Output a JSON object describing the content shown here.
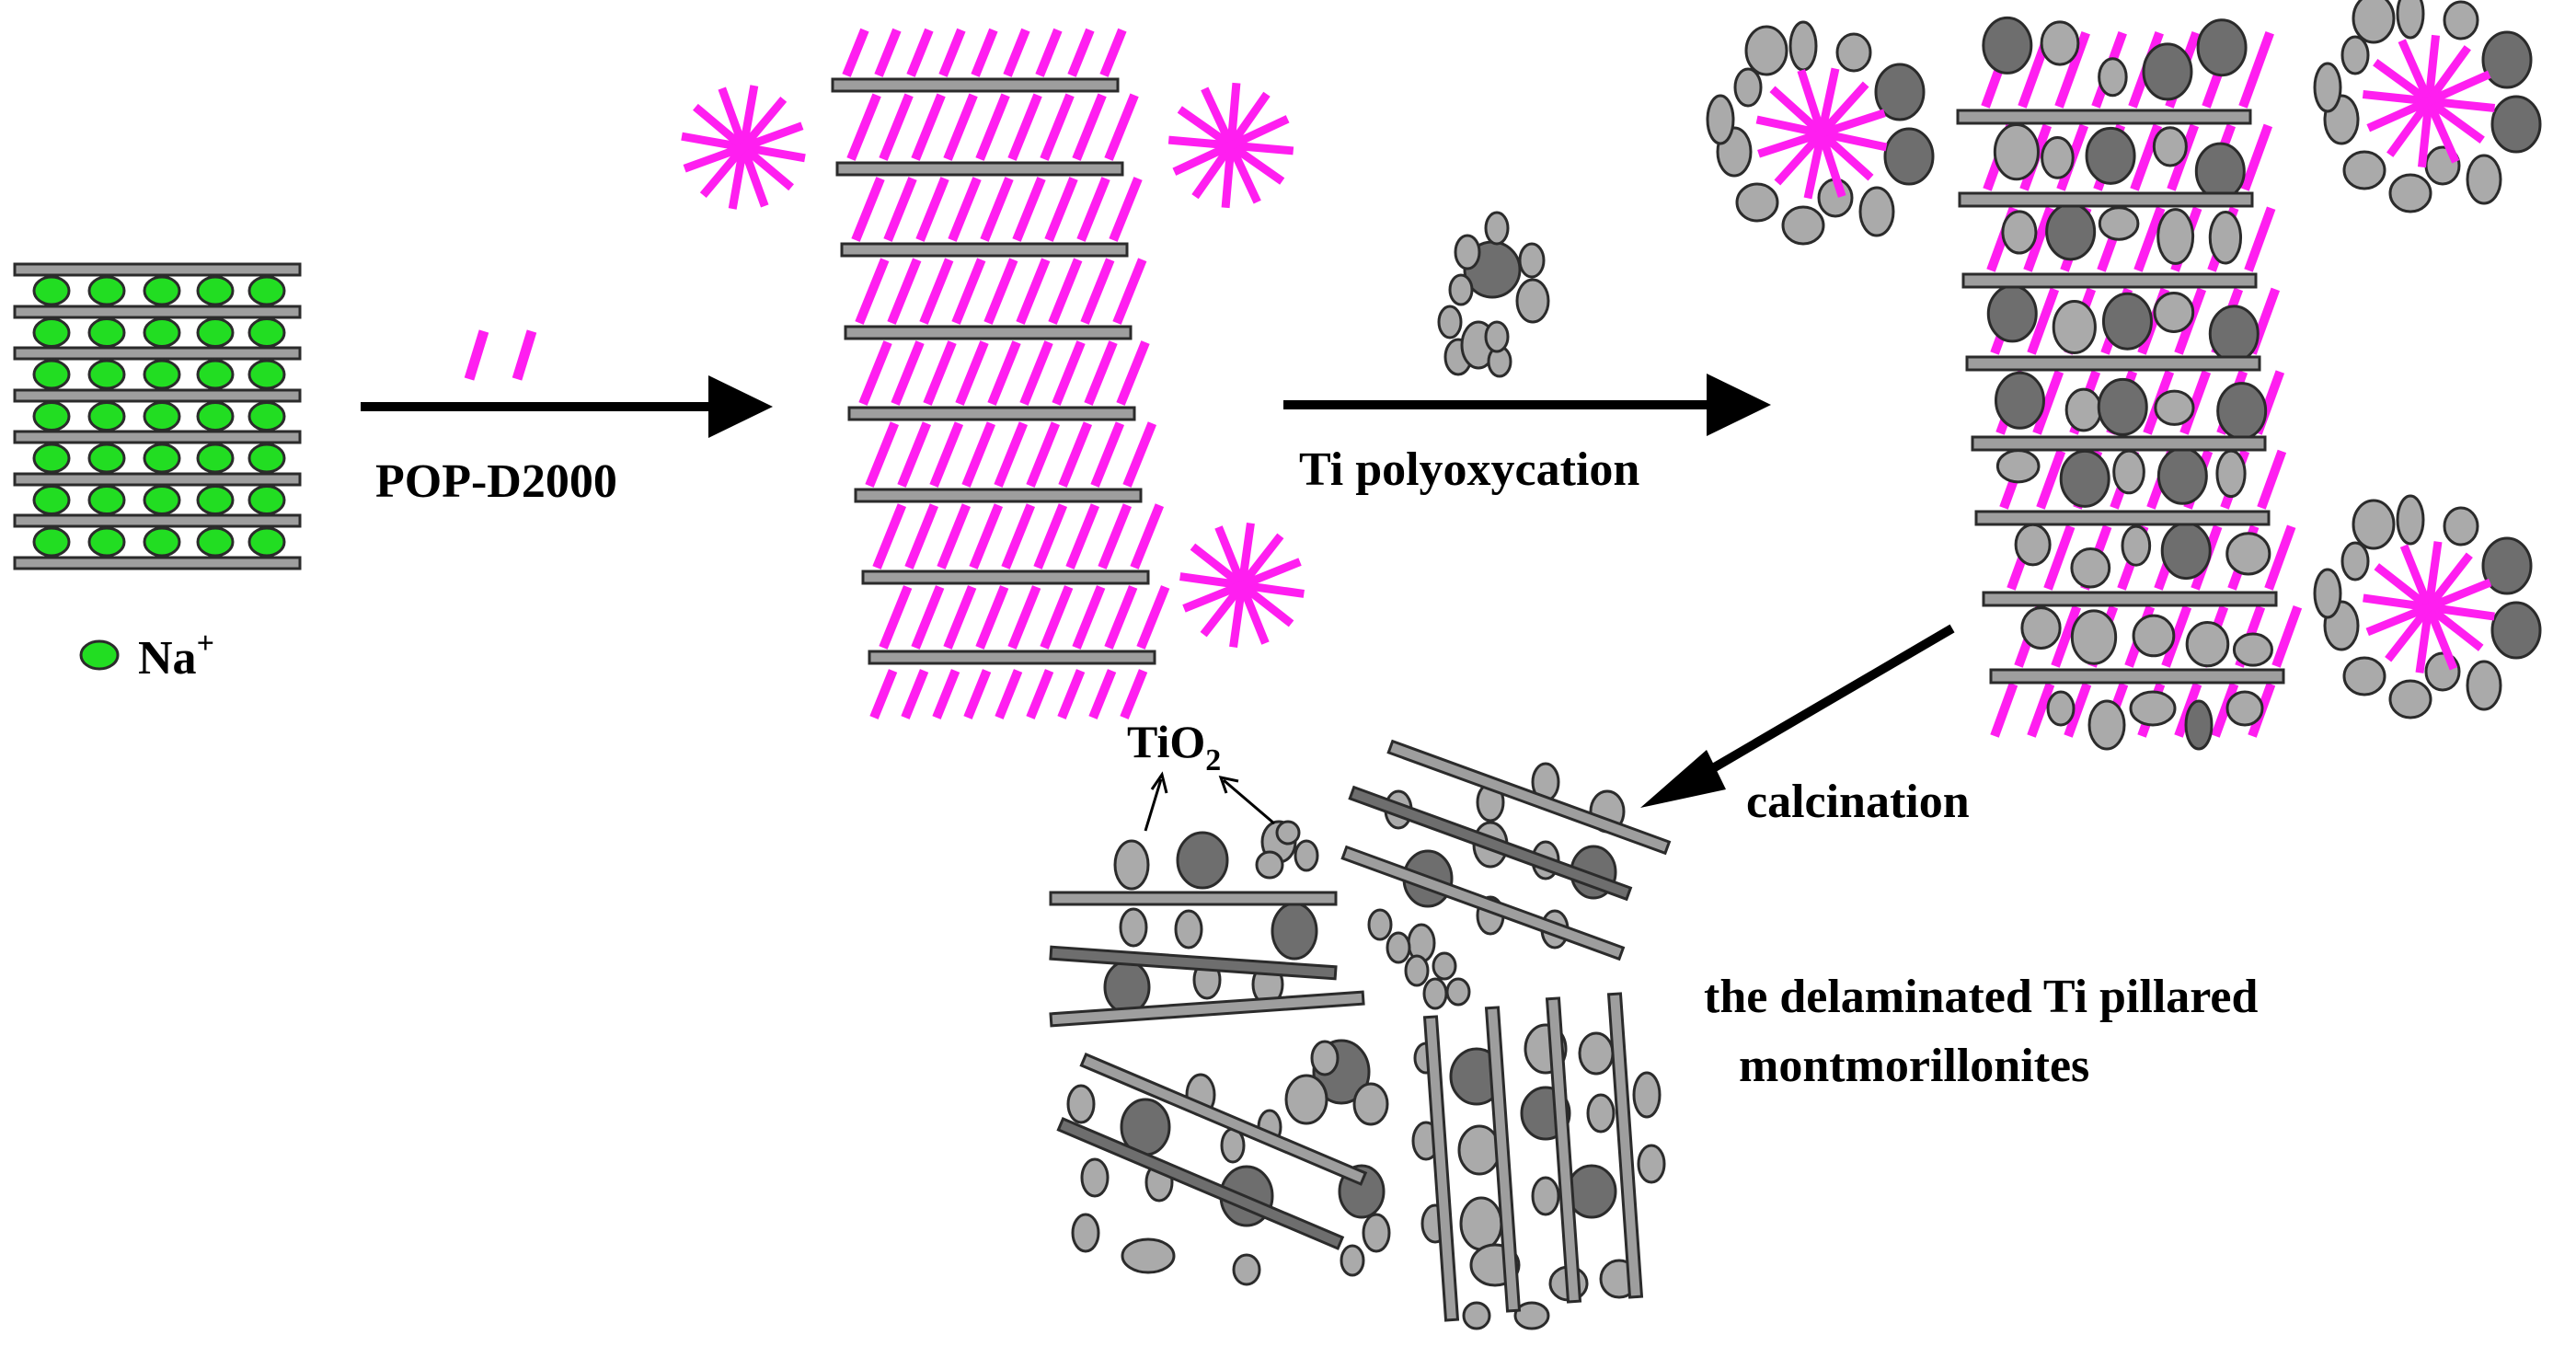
{
  "labels": {
    "sodium_ion": "Na",
    "sodium_charge": "+",
    "surfactant": "POP-D2000",
    "ti_source": "Ti polyoxycation",
    "process": "calcination",
    "oxide_main": "TiO",
    "oxide_sub": "2",
    "product_line1": "the delaminated Ti pillared",
    "product_line2": "montmorillonites"
  },
  "colors": {
    "sheet": "#9e9e9e",
    "sheet_stroke": "#2b2b2b",
    "sodium": "#22dd22",
    "surfactant": "#ff1ef0",
    "pillar_light": "#aaaaaa",
    "pillar_dark": "#6e6e6e",
    "arrow": "#000000"
  }
}
